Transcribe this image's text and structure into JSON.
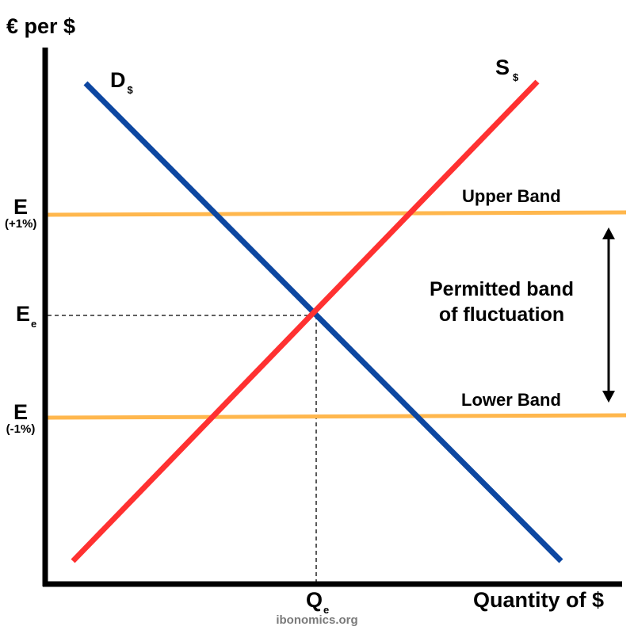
{
  "axes": {
    "y_label": "€ per $",
    "x_label": "Quantity of $"
  },
  "curves": {
    "demand": {
      "letter": "D",
      "subscript": "$",
      "color": "#0d47a1"
    },
    "supply": {
      "letter": "S",
      "subscript": "$",
      "color": "#ff3131"
    }
  },
  "bands": {
    "upper": {
      "label": "Upper Band",
      "tick_letter": "E",
      "tick_note": "(+1%)",
      "color": "#ffb74d"
    },
    "lower": {
      "label": "Lower Band",
      "tick_letter": "E",
      "tick_note": "(-1%)",
      "color": "#ffb74d"
    }
  },
  "equilibrium": {
    "price_letter": "E",
    "price_subscript": "e",
    "quantity_letter": "Q",
    "quantity_subscript": "e"
  },
  "annotation": {
    "line1": "Permitted band",
    "line2": "of fluctuation"
  },
  "watermark": "ibonomics.org"
}
